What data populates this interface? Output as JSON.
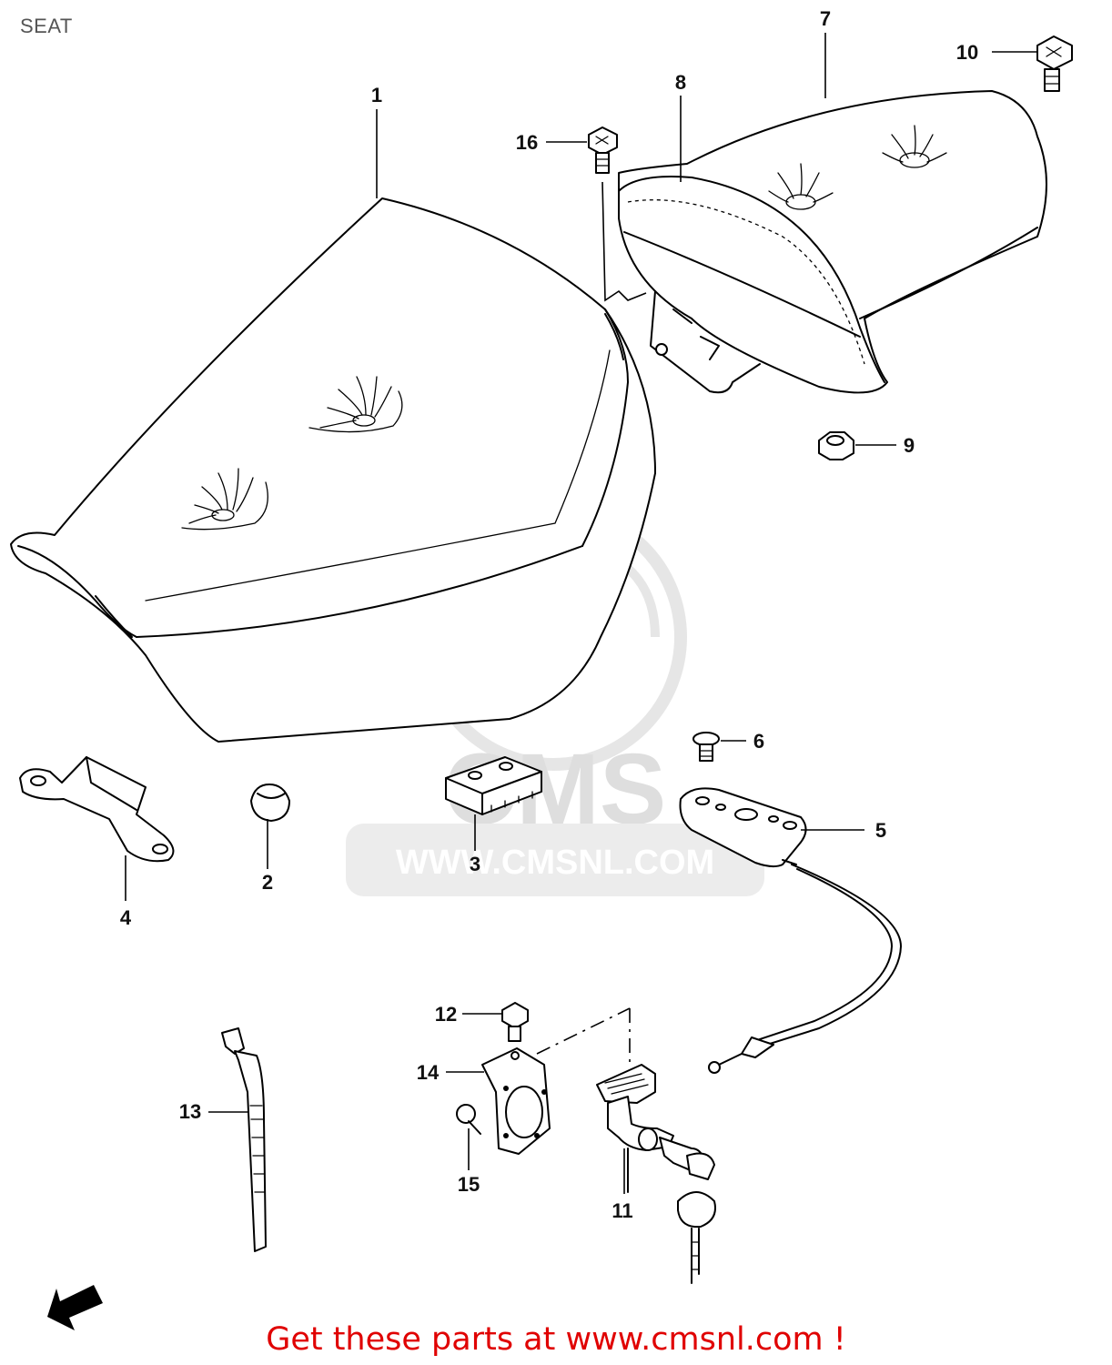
{
  "page": {
    "title": "SEAT"
  },
  "callouts": [
    {
      "id": "1",
      "label": "1"
    },
    {
      "id": "2",
      "label": "2"
    },
    {
      "id": "3",
      "label": "3"
    },
    {
      "id": "4",
      "label": "4"
    },
    {
      "id": "5",
      "label": "5"
    },
    {
      "id": "6",
      "label": "6"
    },
    {
      "id": "7",
      "label": "7"
    },
    {
      "id": "8",
      "label": "8"
    },
    {
      "id": "9",
      "label": "9"
    },
    {
      "id": "10",
      "label": "10"
    },
    {
      "id": "11",
      "label": "11"
    },
    {
      "id": "12",
      "label": "12"
    },
    {
      "id": "13",
      "label": "13"
    },
    {
      "id": "14",
      "label": "14"
    },
    {
      "id": "15",
      "label": "15"
    },
    {
      "id": "16",
      "label": "16"
    }
  ],
  "watermark": {
    "brand": "CMS",
    "url": "WWW.CMSNL.COM"
  },
  "footer": {
    "link_text": "Get these parts at www.cmsnl.com !"
  },
  "colors": {
    "footer_link": "#e00000",
    "line_art": "#000000",
    "watermark": "#dedede",
    "title": "#555555"
  }
}
